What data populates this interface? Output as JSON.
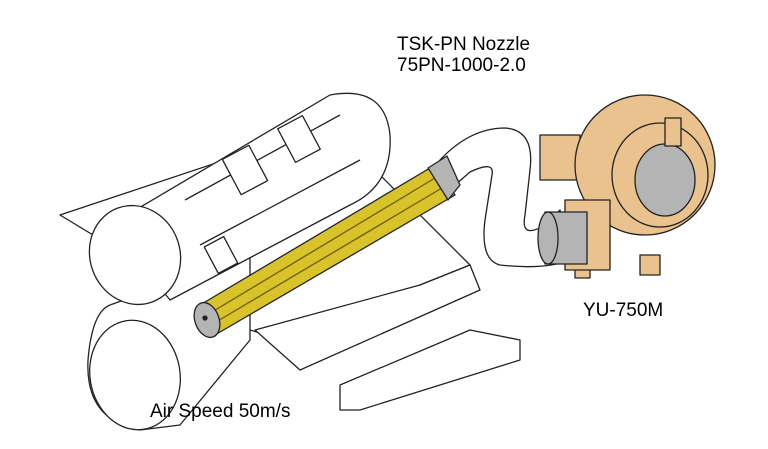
{
  "labels": {
    "nozzle_line1": "TSK-PN Nozzle",
    "nozzle_line2": "75PN-1000-2.0",
    "blower": "YU-750M",
    "air_speed": "Air Speed 50m/s"
  },
  "colors": {
    "nozzle": "#d8c32a",
    "blower": "#e9c28e",
    "metal": "#b4b4b4",
    "outline": "#222222"
  }
}
